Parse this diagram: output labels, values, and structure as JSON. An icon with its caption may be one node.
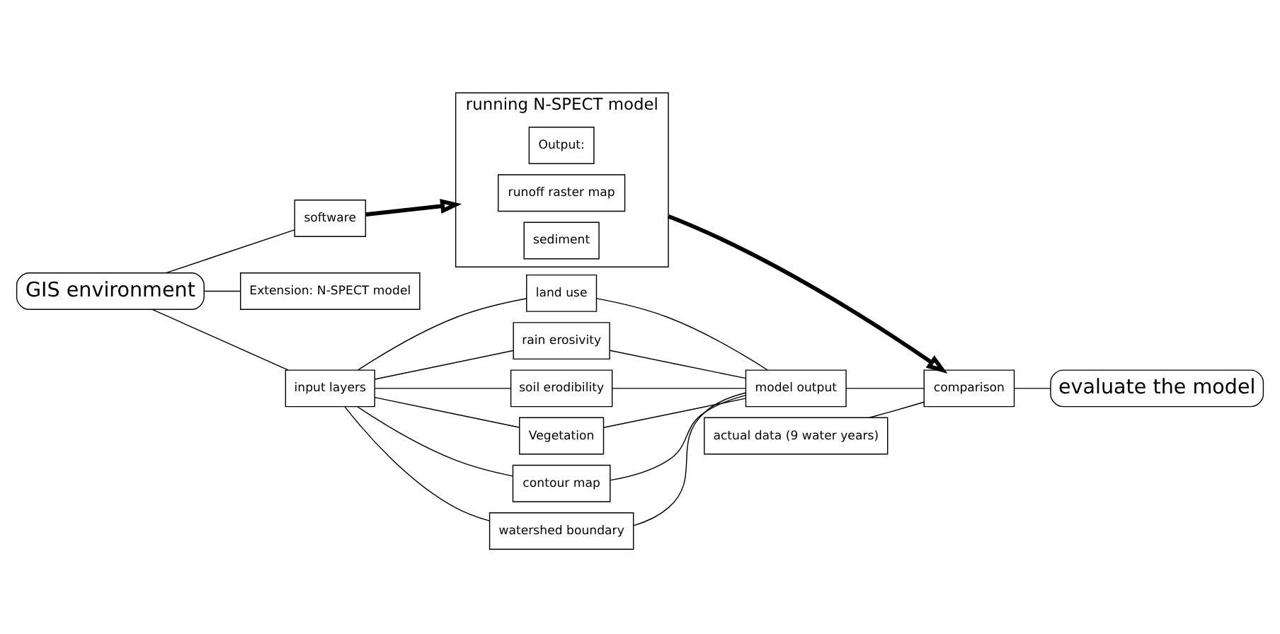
{
  "diagram": {
    "nodes": [
      {
        "text": [
          "GIS environment"
        ]
      },
      {
        "text": [
          "software"
        ]
      },
      {
        "text": [
          "Extension: N-SPECT model"
        ]
      },
      {
        "text": [
          "input layers"
        ]
      },
      {
        "text": [
          "land use"
        ]
      },
      {
        "text": [
          "rain erosivity"
        ]
      },
      {
        "text": [
          "soil erodibility"
        ]
      },
      {
        "text": [
          "Vegetation"
        ]
      },
      {
        "text": [
          "contour map"
        ]
      },
      {
        "text": [
          "watershed boundary"
        ]
      },
      {
        "text": [
          "running N-SPECT model"
        ]
      },
      {
        "text": [
          "Output:"
        ],
        "in": 10
      },
      {
        "text": [
          "runoff raster map"
        ],
        "in": 10
      },
      {
        "text": [
          "sediment"
        ],
        "in": 10
      },
      {
        "text": [
          "model output"
        ]
      },
      {
        "text": [
          "actual data (9 water years)"
        ]
      },
      {
        "text": [
          "comparison"
        ]
      },
      {
        "text": [
          "evaluate the model"
        ]
      }
    ],
    "edges": [
      {
        "from": 0,
        "to": 1,
        "arrow": "none"
      },
      {
        "from": 0,
        "to": 2,
        "arrow": "none"
      },
      {
        "from": 0,
        "to": 3,
        "arrow": "none"
      },
      {
        "from": 3,
        "to": 4,
        "arrow": "none"
      },
      {
        "from": 3,
        "to": 5,
        "arrow": "none"
      },
      {
        "from": 3,
        "to": 6,
        "arrow": "none"
      },
      {
        "from": 3,
        "to": 7,
        "arrow": "none"
      },
      {
        "from": 3,
        "to": 8,
        "arrow": "none"
      },
      {
        "from": 3,
        "to": 9,
        "arrow": "none"
      },
      {
        "from": 4,
        "to": 14,
        "arrow": "none"
      },
      {
        "from": 5,
        "to": 14,
        "arrow": "none"
      },
      {
        "from": 6,
        "to": 14,
        "arrow": "none"
      },
      {
        "from": 7,
        "to": 14,
        "arrow": "none"
      },
      {
        "from": 8,
        "to": 14,
        "arrow": "none"
      },
      {
        "from": 9,
        "to": 14,
        "arrow": "none"
      },
      {
        "from": 1,
        "to": 10,
        "arrow": "to",
        "style": "thick"
      },
      {
        "from": 10,
        "to": 16,
        "arrow": "to",
        "style": "thick"
      },
      {
        "from": 14,
        "to": 16,
        "arrow": "none"
      },
      {
        "from": 15,
        "to": 16,
        "arrow": "none"
      },
      {
        "from": 16,
        "to": 17,
        "arrow": "none"
      }
    ]
  }
}
